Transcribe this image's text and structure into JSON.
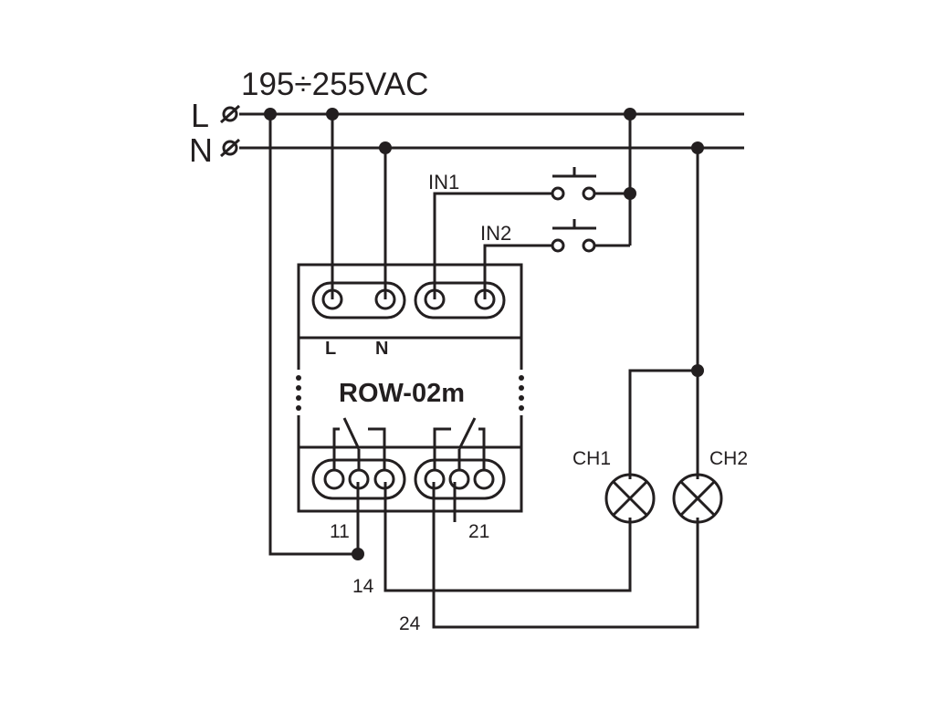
{
  "supply": {
    "voltage_label": "195÷255VAC",
    "line_label": "L",
    "neutral_label": "N"
  },
  "inputs": {
    "in1_label": "IN1",
    "in2_label": "IN2"
  },
  "device": {
    "name": "ROW-02m",
    "terminal_l_label": "L",
    "terminal_n_label": "N"
  },
  "contacts": {
    "c11_label": "11",
    "c14_label": "14",
    "c21_label": "21",
    "c24_label": "24"
  },
  "lamps": {
    "ch1_label": "CH1",
    "ch2_label": "CH2"
  }
}
